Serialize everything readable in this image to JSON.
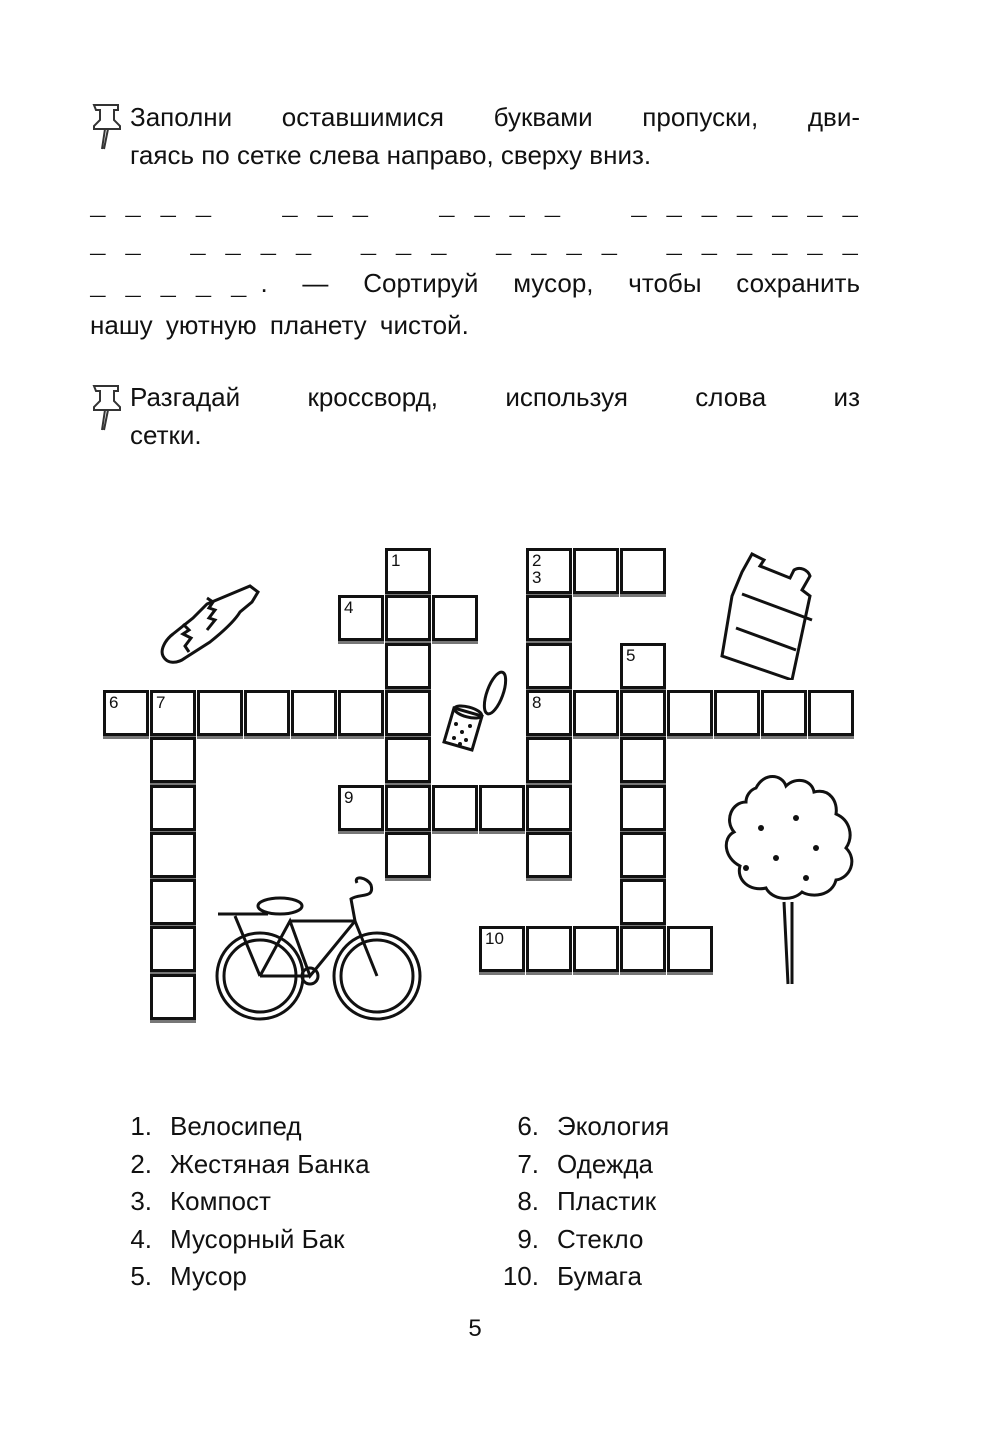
{
  "task1": {
    "text_line1": "Заполни оставшимися буквами пропуски, дви-",
    "text_line2": "гаясь по сетке слева направо, сверху вниз.",
    "blank_line1": [
      "_ _ _ _",
      "_ _ _",
      "_ _ _ _",
      "_ _ _ _ _ _ _"
    ],
    "blank_line2": [
      "_ _",
      "_ _ _ _",
      "_ _ _",
      "_ _ _ _",
      "_ _ _ _ _ _"
    ],
    "blank_line3": "_ _ _ _ _",
    "sentence_part1": ". — Сортируй мусор, чтобы сохранить",
    "sentence_part2": "нашу уютную планету чистой."
  },
  "task2": {
    "text_line1": "Разгадай кроссворд, используя слова из",
    "text_line2": "сетки."
  },
  "crossword": {
    "clue_numbers": [
      "1",
      "2\n3",
      "4",
      "5",
      "6",
      "7",
      "8",
      "9",
      "10"
    ]
  },
  "word_list": [
    {
      "num": "1.",
      "word": "Велосипед"
    },
    {
      "num": "2.",
      "word": "Жестяная Банка"
    },
    {
      "num": "3.",
      "word": "Компост"
    },
    {
      "num": "4.",
      "word": "Мусорный Бак"
    },
    {
      "num": "5.",
      "word": "Мусор"
    },
    {
      "num": "6.",
      "word": "Экология"
    },
    {
      "num": "7.",
      "word": "Одежда"
    },
    {
      "num": "8.",
      "word": "Пластик"
    },
    {
      "num": "9.",
      "word": "Стекло"
    },
    {
      "num": "10.",
      "word": "Бумага"
    }
  ],
  "page_number": "5"
}
